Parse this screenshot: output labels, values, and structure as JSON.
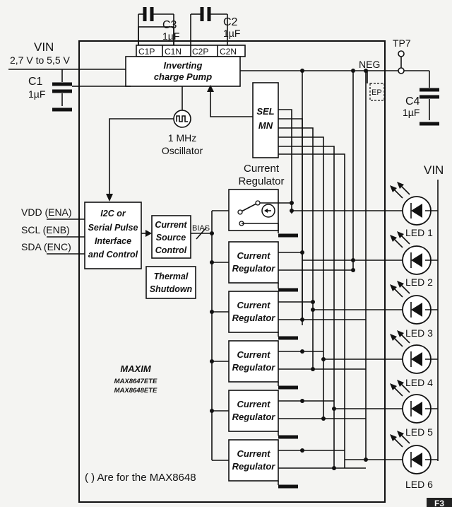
{
  "caps": {
    "c3": {
      "name": "C3",
      "value": "1µF"
    },
    "c2": {
      "name": "C2",
      "value": "1µF"
    },
    "c1": {
      "name": "C1",
      "value": "1µF"
    },
    "c4": {
      "name": "C4",
      "value": "1µF"
    }
  },
  "pins": {
    "c1p": "C1P",
    "c1n": "C1N",
    "c2p": "C2P",
    "c2n": "C2N",
    "neg": "NEG",
    "ep": "EP",
    "tp7": "TP7",
    "bias": "BIAS"
  },
  "vin": {
    "label": "VIN",
    "range": "2,7 V to 5,5 V"
  },
  "vin_right": "VIN",
  "pump": {
    "line1": "Inverting",
    "line2": "charge Pump"
  },
  "osc": {
    "line1": "1 MHz",
    "line2": "Oscillator"
  },
  "sel": {
    "line1": "SEL",
    "line2": "MN"
  },
  "top_regulator": {
    "line1": "Current",
    "line2": "Regulator"
  },
  "regulator": {
    "line1": "Current",
    "line2": "Regulator"
  },
  "i2c": {
    "line1": "I2C or",
    "line2": "Serial Pulse",
    "line3": "Interface",
    "line4": "and Control"
  },
  "current_source": {
    "line1": "Current",
    "line2": "Source",
    "line3": "Control"
  },
  "thermal": {
    "line1": "Thermal",
    "line2": "Shutdown"
  },
  "inputs": [
    "VDD (ENA)",
    "SCL (ENB)",
    "SDA (ENC)"
  ],
  "leds": [
    "LED 1",
    "LED 2",
    "LED 3",
    "LED 4",
    "LED 5",
    "LED 6"
  ],
  "brand": {
    "name": "MAXIM",
    "part1": "MAX8647ETE",
    "part2": "MAX8648ETE"
  },
  "footnote": "( ) Are for the MAX8648",
  "corner_tag": "F3"
}
